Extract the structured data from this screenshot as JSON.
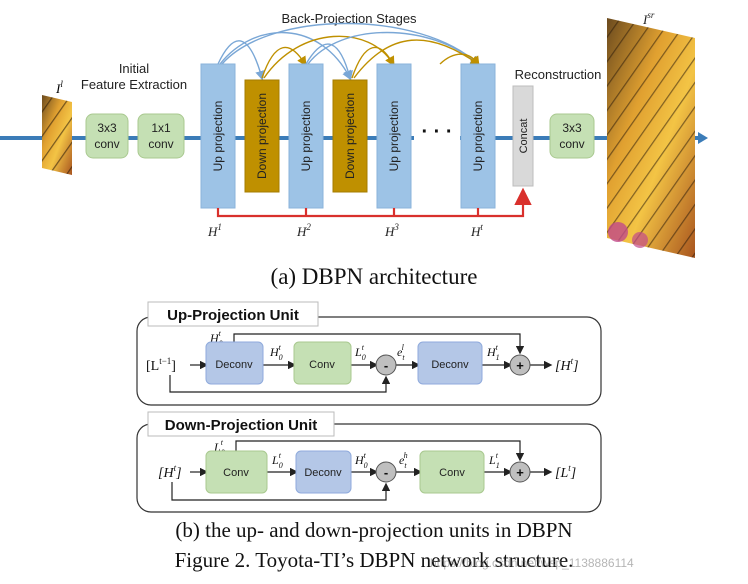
{
  "colors": {
    "blue_block": "#9dc3e6",
    "blue_arrow": "#3b7cb8",
    "gold_block": "#bf9000",
    "green_block": "#c5e0b4",
    "concat_block": "#d9d9d9",
    "red_line": "#d9302c",
    "deconv_block": "#b4c7e7",
    "conv_block": "#c5e0b4",
    "op_circle": "#bfbfbf"
  },
  "arch": {
    "stages_title": "Back-Projection Stages",
    "initial_title_1": "Initial",
    "initial_title_2": "Feature Extraction",
    "reconstruction_title": "Reconstruction",
    "input_label": "I",
    "input_sup": "l",
    "output_label": "I",
    "output_sup": "sr",
    "conv3x3_a_1": "3x3",
    "conv3x3_a_2": "conv",
    "conv1x1_1": "1x1",
    "conv1x1_2": "conv",
    "up1": "Up projection",
    "down1": "Down projection",
    "up2": "Up projection",
    "down2": "Down projection",
    "up3": "Up projection",
    "dots": "· · ·",
    "up_t": "Up projection",
    "concat": "Concat",
    "conv3x3_b_1": "3x3",
    "conv3x3_b_2": "conv",
    "h_label": "H",
    "h1_sup": "1",
    "h2_sup": "2",
    "h3_sup": "3",
    "ht_sup": "t"
  },
  "caption_a": "(a) DBPN architecture",
  "up_unit": {
    "title": "Up-Projection Unit",
    "input": "[L",
    "input_sup": "t−1",
    "input_close": "]",
    "h0t_top_base": "H",
    "h0t_top_sub": "0",
    "h0t_top_sup": "t",
    "deconv1": "Deconv",
    "h0t_base": "H",
    "h0t_sub": "0",
    "h0t_sup": "t",
    "conv": "Conv",
    "l0t_base": "L",
    "l0t_sub": "0",
    "l0t_sup": "t",
    "minus": "-",
    "etl_base": "e",
    "etl_sub": "t",
    "etl_sup": "l",
    "deconv2": "Deconv",
    "h1t_base": "H",
    "h1t_sub": "1",
    "h1t_sup": "t",
    "plus": "+",
    "output": "[H",
    "output_sup": "t",
    "output_close": "]"
  },
  "down_unit": {
    "title": "Down-Projection Unit",
    "input": "[H",
    "input_sup": "t",
    "input_close": "]",
    "l0t_top_base": "L",
    "l0t_top_sub": "0",
    "l0t_top_sup": "t",
    "conv1": "Conv",
    "l0t_base": "L",
    "l0t_sub": "0",
    "l0t_sup": "t",
    "deconv": "Deconv",
    "h0t_base": "H",
    "h0t_sub": "0",
    "h0t_sup": "t",
    "minus": "-",
    "eth_base": "e",
    "eth_sub": "t",
    "eth_sup": "h",
    "conv2": "Conv",
    "l1t_base": "L",
    "l1t_sub": "1",
    "l1t_sup": "t",
    "plus": "+",
    "output": "[L",
    "output_sup": "t",
    "output_close": "]"
  },
  "caption_b": "(b) the up- and down-projection units in DBPN",
  "figure_caption": "Figure 2. Toyota-TI’s DBPN network structure.",
  "watermark": "https://blog.csdn.net/wsp_1138886114"
}
